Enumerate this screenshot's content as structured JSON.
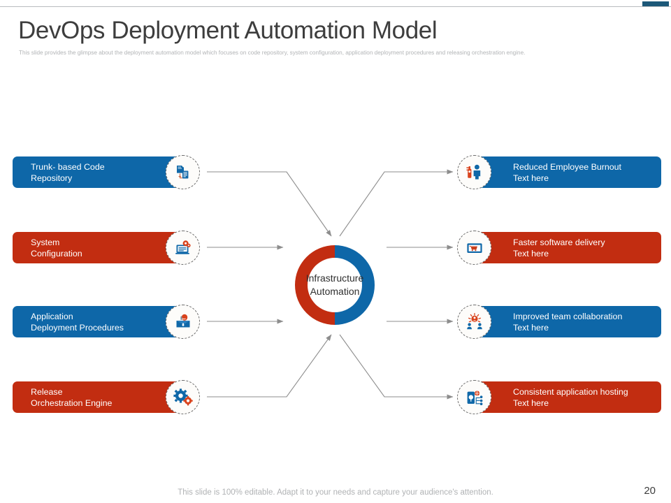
{
  "slide": {
    "title": "DevOps Deployment Automation Model",
    "subtitle": "This slide provides the glimpse about the deployment automation model which  focuses on code repository, system configuration, application deployment procedures and releasing orchestration engine.",
    "footer_note": "This slide is 100% editable. Adapt it to your needs and capture your audience's attention.",
    "page_number": "20"
  },
  "colors": {
    "blue": "#0e67a8",
    "red": "#c22d11",
    "accent_bar": "#1c5878",
    "rule": "#b9bcbe",
    "connector": "#8d8d8d",
    "title_text": "#3d3d3d",
    "muted_text": "#b2b4b6"
  },
  "center": {
    "line1": "Infrastructure",
    "line2": "Automation",
    "donut": {
      "left_half_color": "#c22d11",
      "right_half_color": "#0e67a8"
    }
  },
  "inputs": [
    {
      "line1": "Trunk- based Code",
      "line2": "Repository",
      "color": "blue",
      "icon": "code-repository-icon"
    },
    {
      "line1": "System",
      "line2": "Configuration",
      "color": "red",
      "icon": "system-configuration-icon"
    },
    {
      "line1": "Application",
      "line2": "Deployment Procedures",
      "color": "blue",
      "icon": "application-deployment-icon"
    },
    {
      "line1": "Release",
      "line2": "Orchestration Engine",
      "color": "red",
      "icon": "gears-icon"
    }
  ],
  "outputs": [
    {
      "line1": "Reduced Employee Burnout",
      "line2": "Text here",
      "color": "blue",
      "icon": "employee-burnout-icon"
    },
    {
      "line1": "Faster software delivery",
      "line2": "Text here",
      "color": "red",
      "icon": "delivery-cart-icon"
    },
    {
      "line1": "Improved team collaboration",
      "line2": "Text here",
      "color": "blue",
      "icon": "team-collaboration-icon"
    },
    {
      "line1": "Consistent application hosting",
      "line2": "Text here",
      "color": "red",
      "icon": "application-hosting-icon"
    }
  ]
}
